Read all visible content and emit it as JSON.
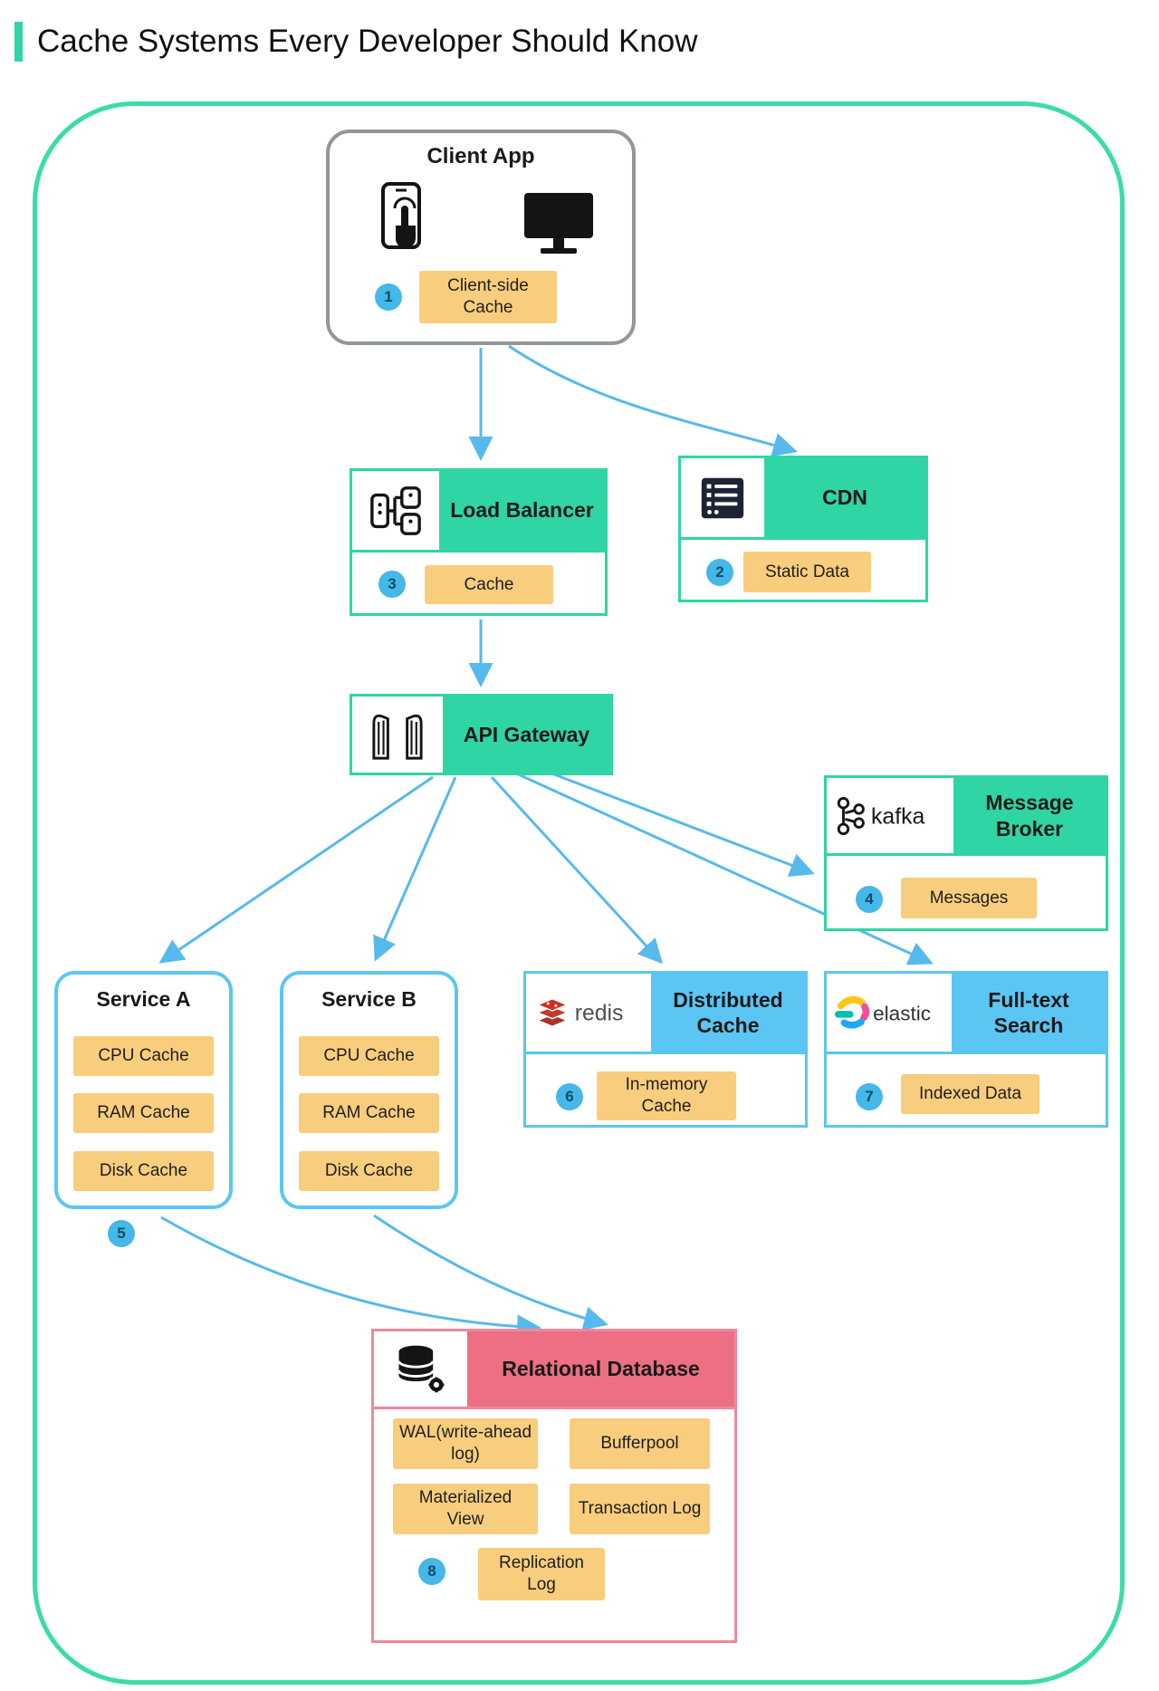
{
  "title": "Cache Systems Every Developer Should Know",
  "nodes": {
    "client_app": {
      "title": "Client App",
      "badge": "1",
      "label": "Client-side Cache"
    },
    "cdn": {
      "title": "CDN",
      "badge": "2",
      "label": "Static Data"
    },
    "load_balancer": {
      "title": "Load Balancer",
      "badge": "3",
      "label": "Cache"
    },
    "api_gateway": {
      "title": "API Gateway"
    },
    "message_broker": {
      "title": "Message Broker",
      "logo": "kafka",
      "badge": "4",
      "label": "Messages"
    },
    "service_a": {
      "title": "Service A",
      "badge": "5",
      "items": [
        "CPU Cache",
        "RAM Cache",
        "Disk Cache"
      ]
    },
    "service_b": {
      "title": "Service B",
      "items": [
        "CPU Cache",
        "RAM Cache",
        "Disk Cache"
      ]
    },
    "distributed_cache": {
      "title": "Distributed Cache",
      "logo": "redis",
      "badge": "6",
      "label": "In-memory Cache"
    },
    "fulltext_search": {
      "title": "Full-text Search",
      "logo": "elastic",
      "badge": "7",
      "label": "Indexed Data"
    },
    "relational_database": {
      "title": "Relational Database",
      "badge": "8",
      "items": [
        "WAL(write-ahead log)",
        "Bufferpool",
        "Materialized View",
        "Transaction Log"
      ],
      "label": "Replication Log"
    }
  },
  "colors": {
    "teal": "#2FD5A5",
    "blue": "#5BC6F3",
    "pink": "#ED6F84",
    "orange": "#F8CD7D",
    "badge_blue": "#45B8E9",
    "arrow_blue": "#57B9EC"
  }
}
